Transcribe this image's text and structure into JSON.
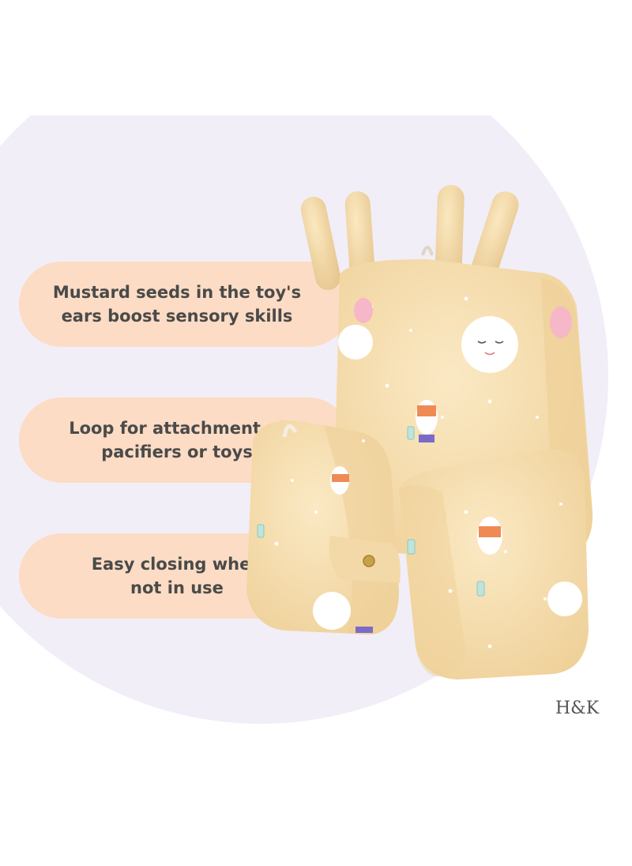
{
  "colors": {
    "lavender": "#f1eef8",
    "peach": "#fcdcc4",
    "fabric": "#f8e2b4",
    "fabric_shade": "#efd19a",
    "text": "#4a4a4a"
  },
  "features": [
    {
      "text": "Mustard seeds in the toy's\nears boost sensory skills"
    },
    {
      "text": "Loop for attachment of\npacifiers or toys"
    },
    {
      "text": "Easy closing when\nnot in use"
    }
  ],
  "product": {
    "icon": "bunny-baby-seat-pillow"
  },
  "brand": {
    "logo_text": "H&K"
  }
}
